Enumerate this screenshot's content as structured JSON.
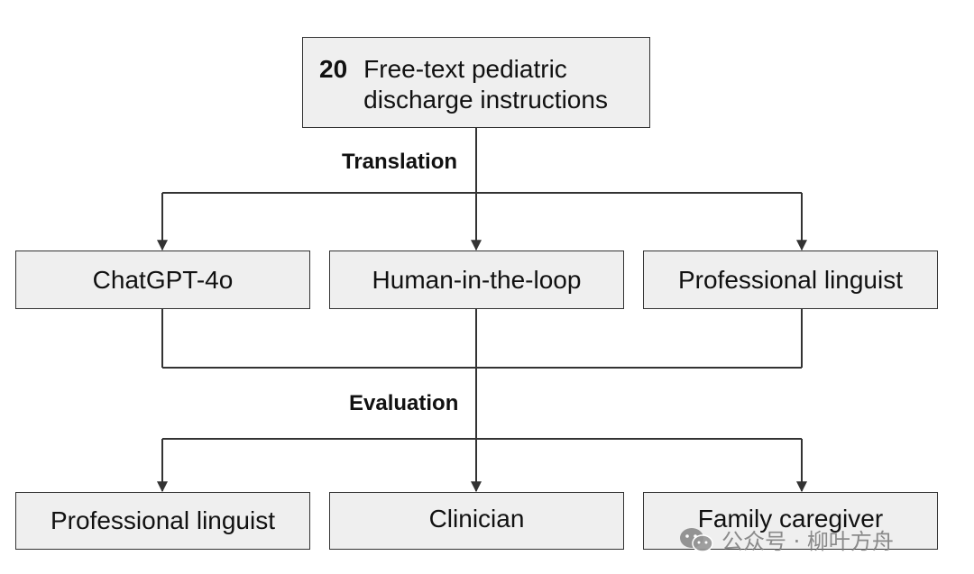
{
  "source": {
    "count": "20",
    "description": "Free-text pediatric discharge instructions"
  },
  "stages": {
    "translation": "Translation",
    "evaluation": "Evaluation"
  },
  "translators": [
    {
      "label": "ChatGPT-4o"
    },
    {
      "label": "Human-in-the-loop"
    },
    {
      "label": "Professional linguist"
    }
  ],
  "evaluators": [
    {
      "label": "Professional linguist"
    },
    {
      "label": "Clinician"
    },
    {
      "label": "Family caregiver"
    }
  ],
  "watermark": {
    "text": "公众号 · 柳叶方舟",
    "icon": "wechat-icon"
  },
  "colors": {
    "box_fill": "#efefef",
    "stroke": "#333333"
  }
}
